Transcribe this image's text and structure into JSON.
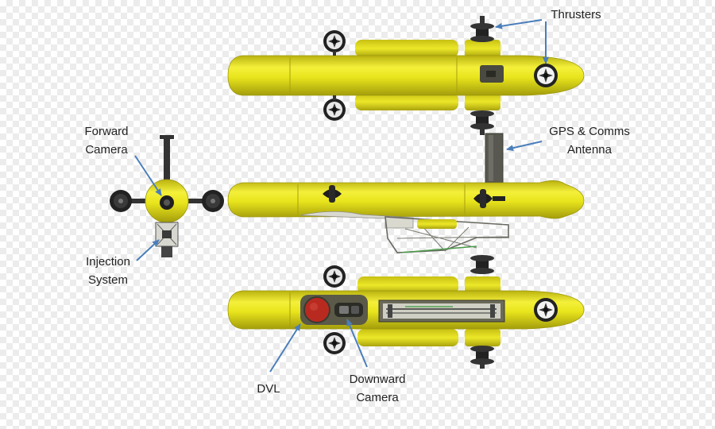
{
  "labels": {
    "thrusters": "Thrusters",
    "gps_antenna": "GPS & Comms\nAntenna",
    "forward_camera": "Forward\nCamera",
    "injection_system": "Injection\nSystem",
    "dvl": "DVL",
    "downward_camera": "Downward\nCamera"
  },
  "colors": {
    "hull_yellow": "#e8e41c",
    "hull_shade": "#b9b210",
    "dark_part": "#4a4a40",
    "dvl_red": "#b82a20",
    "arrow_blue": "#4a7ebb",
    "background_check": "#ececec"
  }
}
